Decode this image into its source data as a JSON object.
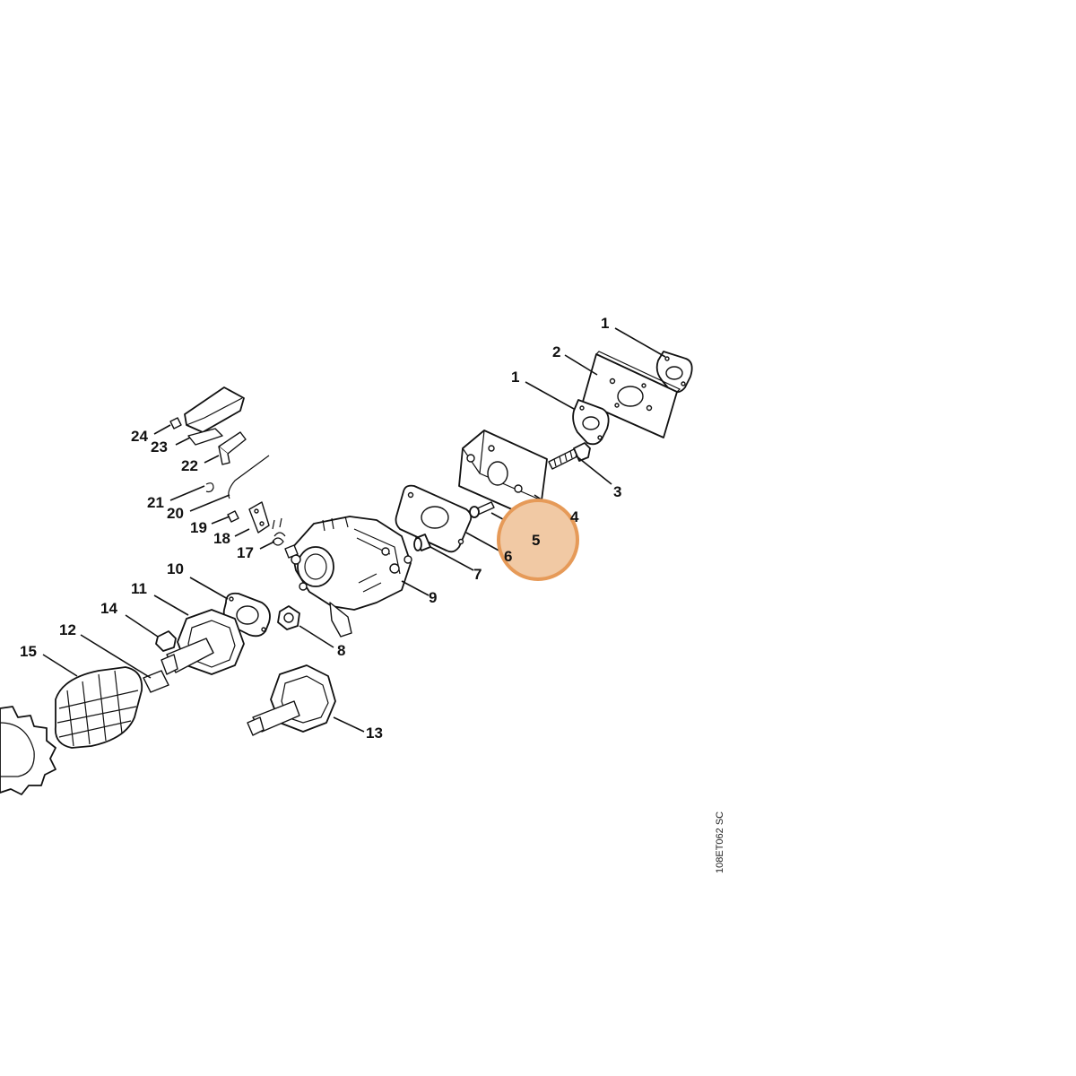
{
  "diagram": {
    "drawing_code": "108ET062 SC",
    "highlight": {
      "label": "5",
      "color": "#e69a58",
      "fill": "#f1c9a4"
    },
    "callouts": [
      {
        "id": "1a",
        "label": "1"
      },
      {
        "id": "2",
        "label": "2"
      },
      {
        "id": "1b",
        "label": "1"
      },
      {
        "id": "3",
        "label": "3"
      },
      {
        "id": "4",
        "label": "4"
      },
      {
        "id": "5",
        "label": "5"
      },
      {
        "id": "6",
        "label": "6"
      },
      {
        "id": "7",
        "label": "7"
      },
      {
        "id": "8",
        "label": "8"
      },
      {
        "id": "9",
        "label": "9"
      },
      {
        "id": "10",
        "label": "10"
      },
      {
        "id": "11",
        "label": "11"
      },
      {
        "id": "12",
        "label": "12"
      },
      {
        "id": "13",
        "label": "13"
      },
      {
        "id": "14",
        "label": "14"
      },
      {
        "id": "15",
        "label": "15"
      },
      {
        "id": "17",
        "label": "17"
      },
      {
        "id": "18",
        "label": "18"
      },
      {
        "id": "19",
        "label": "19"
      },
      {
        "id": "20",
        "label": "20"
      },
      {
        "id": "21",
        "label": "21"
      },
      {
        "id": "22",
        "label": "22"
      },
      {
        "id": "23",
        "label": "23"
      },
      {
        "id": "24",
        "label": "24"
      }
    ]
  }
}
